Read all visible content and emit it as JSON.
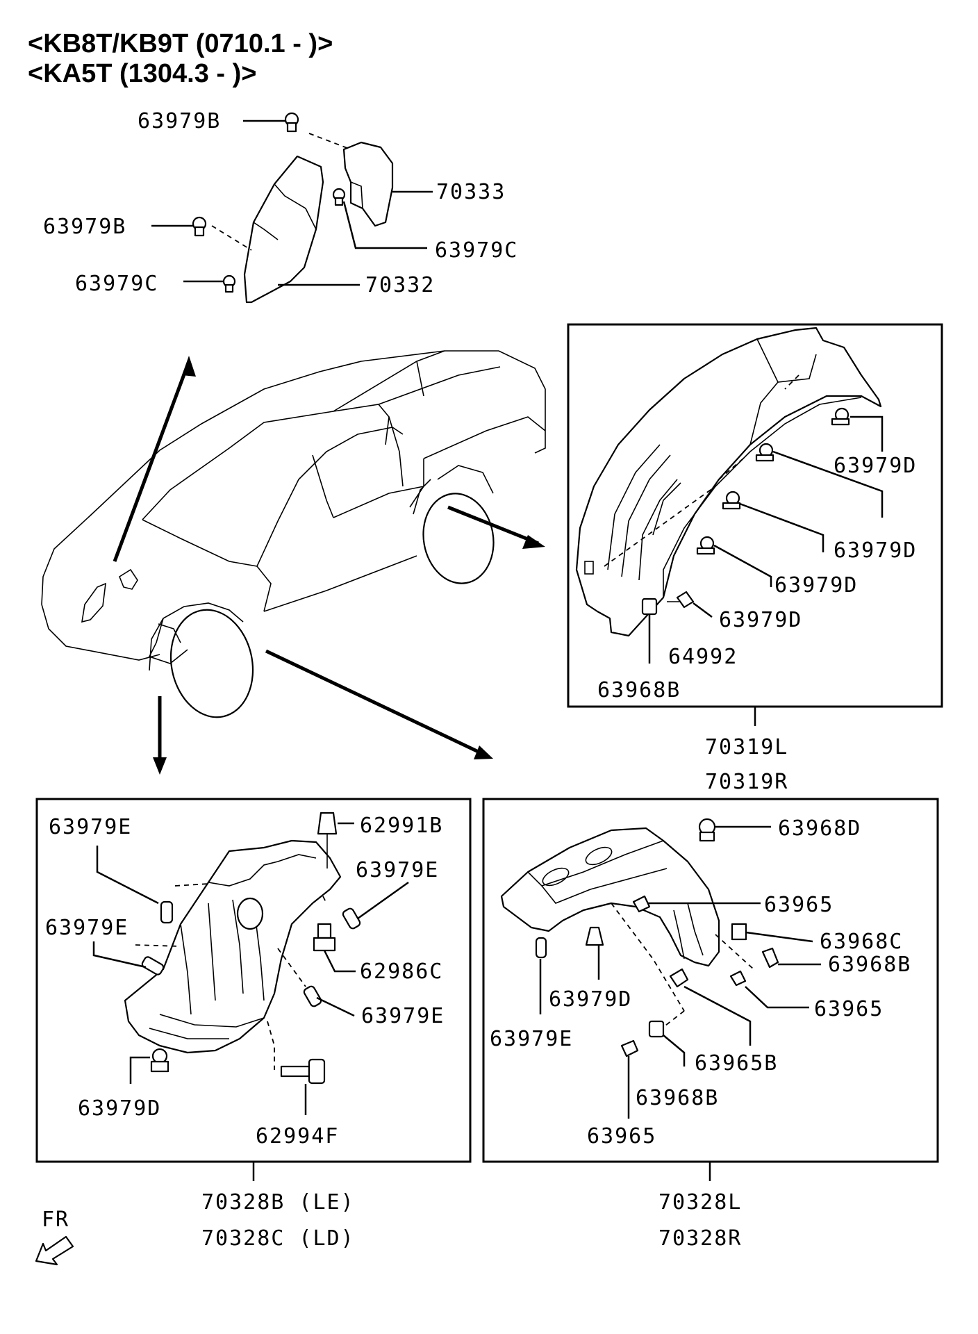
{
  "header": {
    "line1": "<KB8T/KB9T (0710.1 - )>",
    "line2": "<KA5T (1304.3 - )>"
  },
  "orientation": {
    "label": "FR"
  },
  "top_group": {
    "labels": [
      "63979B",
      "70333",
      "63979B",
      "63979C",
      "63979C",
      "70332"
    ]
  },
  "rear_box": {
    "labels": [
      "63979D",
      "63979D",
      "63979D",
      "63979D",
      "64992",
      "63968B"
    ],
    "assembly": [
      "70319L",
      "70319R"
    ]
  },
  "front_left_box": {
    "labels": [
      "63979E",
      "62991B",
      "63979E",
      "63979E",
      "62986C",
      "63979E",
      "63979D",
      "62994F"
    ],
    "assembly": [
      "70328B (LE)",
      "70328C (LD)"
    ]
  },
  "front_right_box": {
    "labels": [
      "63968D",
      "63965",
      "63968C",
      "63968B",
      "63965",
      "63979D",
      "63979E",
      "63965B",
      "63968B",
      "63965"
    ],
    "assembly": [
      "70328L",
      "70328R"
    ]
  }
}
